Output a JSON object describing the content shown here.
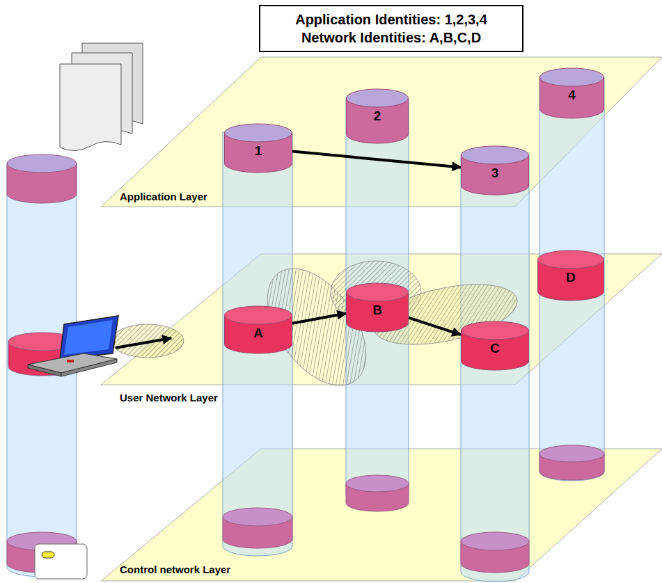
{
  "diagram": {
    "nodes": [
      {
        "text": [
          "Application Identities: 1,2,3,4",
          "Network Identities: A,B,C,D"
        ]
      },
      {
        "text": [
          "1"
        ]
      },
      {
        "text": [
          "2"
        ]
      },
      {
        "text": [
          "3"
        ]
      },
      {
        "text": [
          "4"
        ]
      },
      {
        "text": [
          "A"
        ]
      },
      {
        "text": [
          "B"
        ]
      },
      {
        "text": [
          "C"
        ]
      },
      {
        "text": [
          "D"
        ]
      }
    ],
    "edges": [
      {
        "from": 1,
        "to": 3,
        "arrow": "to"
      },
      {
        "from": 5,
        "to": 6,
        "arrow": "to"
      },
      {
        "from": 6,
        "to": 7,
        "arrow": "to"
      }
    ],
    "labels": [
      "Application Layer",
      "User Network Layer",
      "Control network Layer"
    ]
  }
}
